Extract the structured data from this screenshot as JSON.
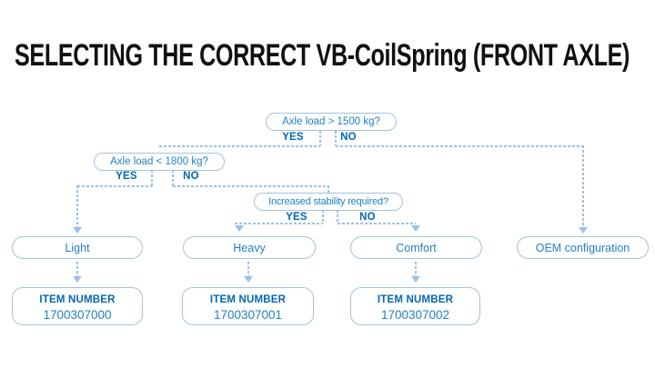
{
  "title": "SELECTING THE CORRECT VB-CoilSpring (FRONT AXLE)",
  "colors": {
    "title_color": "#101010",
    "text_blue": "#2281c4",
    "bold_blue": "#0067b2",
    "line_blue": "#9cc2e5",
    "border_blue": "#a3c2dd"
  },
  "flowchart": {
    "decisions": [
      {
        "question": "Axle load > 1500 kg?",
        "yes": "YES",
        "no": "NO"
      },
      {
        "question": "Axle load < 1800 kg?",
        "yes": "YES",
        "no": "NO"
      },
      {
        "question": "Increased stability required?",
        "yes": "YES",
        "no": "NO"
      }
    ],
    "results": [
      {
        "label": "Light",
        "item_label": "ITEM NUMBER",
        "item_number": "1700307000"
      },
      {
        "label": "Heavy",
        "item_label": "ITEM NUMBER",
        "item_number": "1700307001"
      },
      {
        "label": "Comfort",
        "item_label": "ITEM NUMBER",
        "item_number": "1700307002"
      },
      {
        "label": "OEM configuration"
      }
    ]
  }
}
